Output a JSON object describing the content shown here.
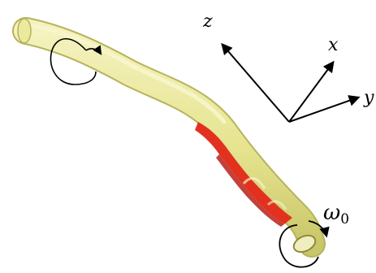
{
  "axes": {
    "z_label": "z",
    "x_label": "x",
    "y_label": "y"
  },
  "rotation": {
    "symbol": "ω",
    "subscript": "0"
  },
  "colors": {
    "tube_fill": "#e6e48f",
    "tube_outline": "#b6b35b",
    "tube_highlight": "#f7f6cc",
    "helix_fill": "#e2321f",
    "helix_dark": "#b8201a",
    "arrow": "#000000"
  },
  "icons": {
    "top_rotation": "rotation-arrow-icon",
    "bottom_rotation": "rotation-arrow-icon",
    "axes": "coordinate-axes-icon"
  }
}
